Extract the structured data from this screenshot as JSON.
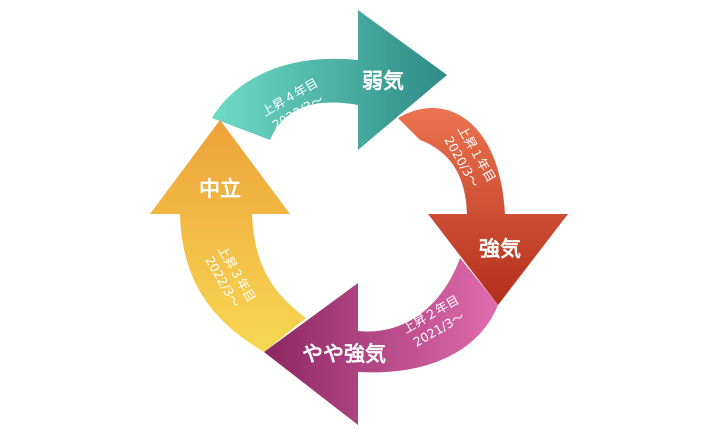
{
  "diagram": {
    "segments": [
      {
        "id": "top",
        "name": "弱気",
        "period_label": "上昇４年目",
        "period_date": "2023/3～",
        "color_start": "#5fd3c0",
        "color_end": "#2d8f86"
      },
      {
        "id": "right",
        "name": "強気",
        "period_label": "上昇１年目",
        "period_date": "2020/3～",
        "color_start": "#e86a4a",
        "color_end": "#b7301e"
      },
      {
        "id": "bottom",
        "name": "やや強気",
        "period_label": "上昇２年目",
        "period_date": "2021/3～",
        "color_start": "#d75ea8",
        "color_end": "#8e2a66"
      },
      {
        "id": "left",
        "name": "中立",
        "period_label": "上昇３年目",
        "period_date": "2022/3～",
        "color_start": "#f6d34e",
        "color_end": "#efa53a"
      }
    ]
  }
}
